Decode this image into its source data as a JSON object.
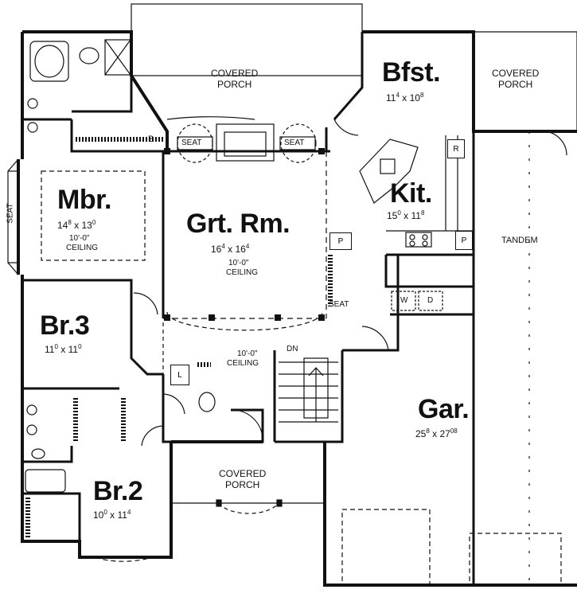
{
  "rooms": {
    "bfst": {
      "name": "Bfst.",
      "w": "11",
      "wi": "4",
      "d": "10",
      "di": "8"
    },
    "kit": {
      "name": "Kit.",
      "w": "15",
      "wi": "0",
      "d": "11",
      "di": "8"
    },
    "mbr": {
      "name": "Mbr.",
      "w": "14",
      "wi": "8",
      "d": "13",
      "di": "0",
      "ceiling": "10'-0\"",
      "ceiling2": "CEILING"
    },
    "grt": {
      "name": "Grt. Rm.",
      "w": "16",
      "wi": "4",
      "d": "16",
      "di": "4",
      "ceiling": "10'-0\"",
      "ceiling2": "CEILING"
    },
    "br3": {
      "name": "Br.3",
      "w": "11",
      "wi": "0",
      "d": "11",
      "di": "0"
    },
    "br2": {
      "name": "Br.2",
      "w": "10",
      "wi": "0",
      "d": "11",
      "di": "4"
    },
    "gar": {
      "name": "Gar.",
      "w": "25",
      "wi": "8",
      "d": "27",
      "di": "08"
    }
  },
  "labels": {
    "porch_top_1": "COVERED",
    "porch_top_2": "PORCH",
    "porch_right_1": "COVERED",
    "porch_right_2": "PORCH",
    "porch_bottom_1": "COVERED",
    "porch_bottom_2": "PORCH",
    "tandem": "TANDEM",
    "seat_left": "SEAT",
    "seat_grt_1": "SEAT",
    "seat_grt_2": "SEAT",
    "seat_hall": "SEAT",
    "hall_ceiling_1": "10'-0\"",
    "hall_ceiling_2": "CEILING",
    "dn": "DN",
    "b": "B",
    "p1": "P",
    "p2": "P",
    "r": "R",
    "l": "L",
    "w": "W",
    "d": "D"
  }
}
